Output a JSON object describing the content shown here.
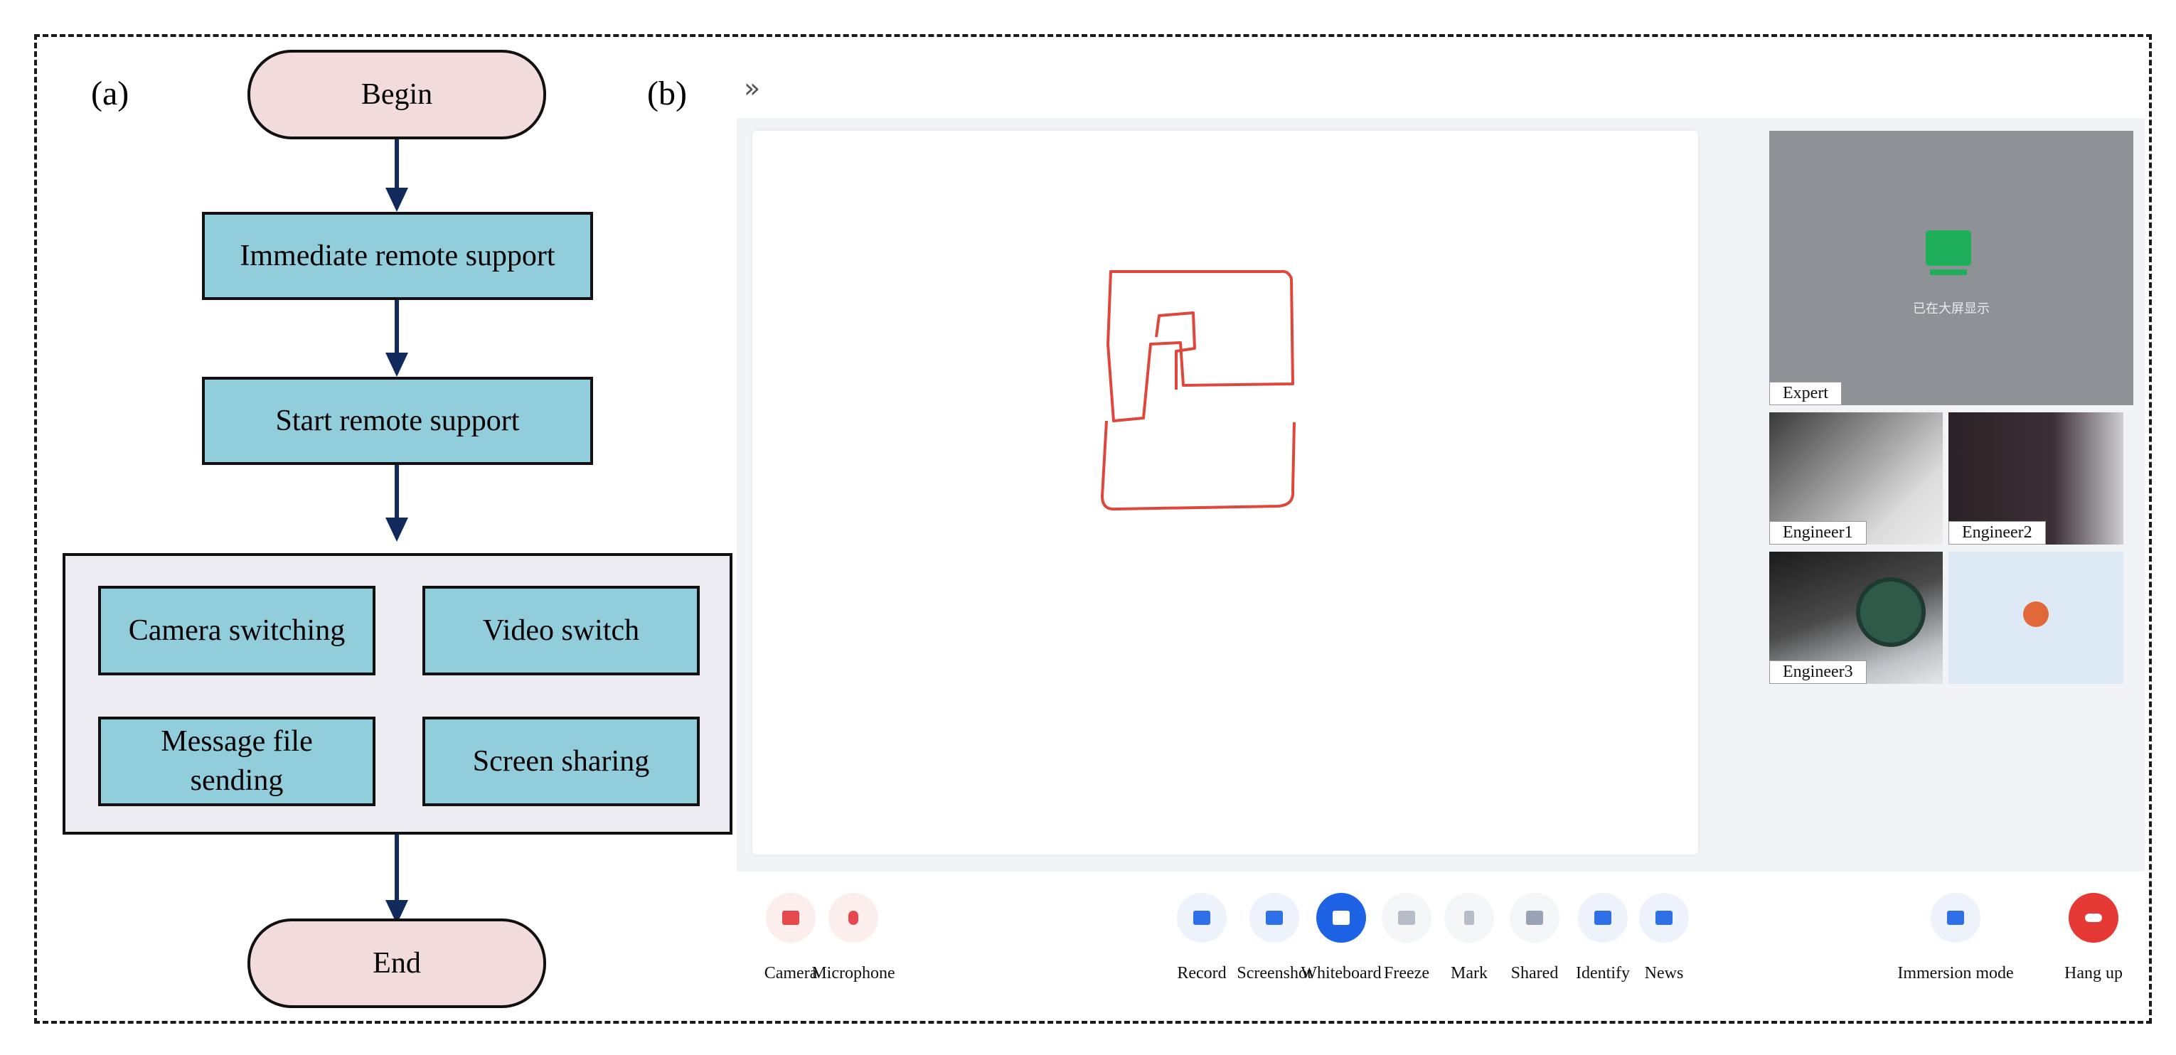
{
  "panels": {
    "a_label": "(a)",
    "b_label": "(b)"
  },
  "flowchart": {
    "begin": "Begin",
    "step1": "Immediate remote support",
    "step2": "Start remote support",
    "features": [
      "Camera switching",
      "Video switch",
      "Message file sending",
      "Screen sharing"
    ],
    "end": "End"
  },
  "ui": {
    "expand_icon": "»",
    "video_tiles": [
      "Expert",
      "Engineer1",
      "Engineer2",
      "Engineer3"
    ],
    "expert_screen_text": "已在大屏显示",
    "toolbar": [
      {
        "label": "Camera",
        "icon": "camera-off-icon",
        "color": "#e5484d"
      },
      {
        "label": "Microphone",
        "icon": "microphone-off-icon",
        "color": "#e5484d"
      },
      {
        "label": "Record",
        "icon": "record-icon",
        "color": "#2f6fe8"
      },
      {
        "label": "Screenshot",
        "icon": "screenshot-icon",
        "color": "#2f6fe8"
      },
      {
        "label": "Whiteboard",
        "icon": "whiteboard-icon",
        "color": "#1e63e6"
      },
      {
        "label": "Freeze",
        "icon": "freeze-icon",
        "color": "#b8bcc6"
      },
      {
        "label": "Mark",
        "icon": "mark-icon",
        "color": "#b8bcc6"
      },
      {
        "label": "Shared",
        "icon": "shared-icon",
        "color": "#9aa3b5"
      },
      {
        "label": "Identify",
        "icon": "identify-icon",
        "color": "#2f6fe8"
      },
      {
        "label": "News",
        "icon": "news-icon",
        "color": "#2f6fe8"
      },
      {
        "label": "Immersion mode",
        "icon": "immersion-mode-icon",
        "color": "#2f6fe8"
      },
      {
        "label": "Hang up",
        "icon": "hang-up-icon",
        "color": "#e53935"
      }
    ]
  }
}
